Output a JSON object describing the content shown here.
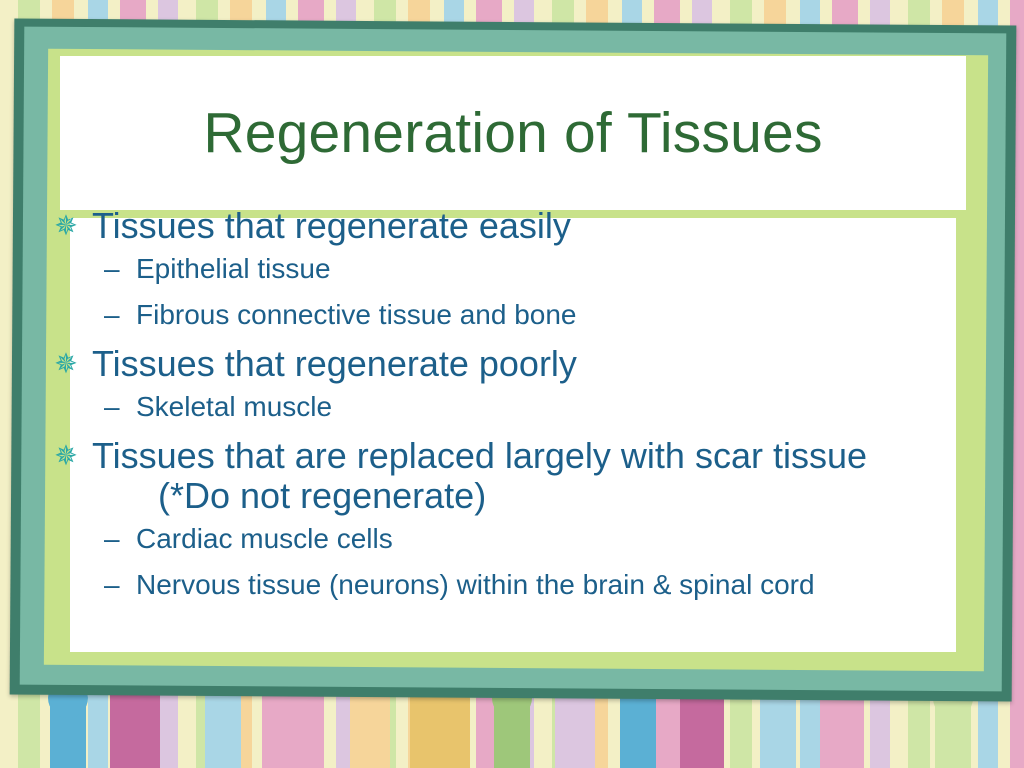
{
  "slide": {
    "title": "Regeneration of Tissues",
    "bullets": [
      {
        "text": "Tissues that regenerate easily",
        "sub": [
          "Epithelial tissue",
          "Fibrous connective tissue and bone"
        ]
      },
      {
        "text": "Tissues that regenerate poorly",
        "sub": [
          "Skeletal muscle"
        ]
      },
      {
        "text": "Tissues that are replaced largely with scar tissue",
        "text_cont": "(*Do not regenerate)",
        "sub": [
          "Cardiac muscle cells",
          "Nervous tissue (neurons) within the brain & spinal cord"
        ]
      }
    ]
  },
  "icons": {
    "bullet": "star-bullet-icon",
    "sub_bullet": "dash"
  },
  "colors": {
    "title": "#2e6a35",
    "body_text": "#1c5f8a",
    "bullet_star": "#2ba8a6",
    "frame_dark": "#3f7e6b",
    "frame_teal": "#78b8a4",
    "frame_lime": "#c8e28a"
  }
}
